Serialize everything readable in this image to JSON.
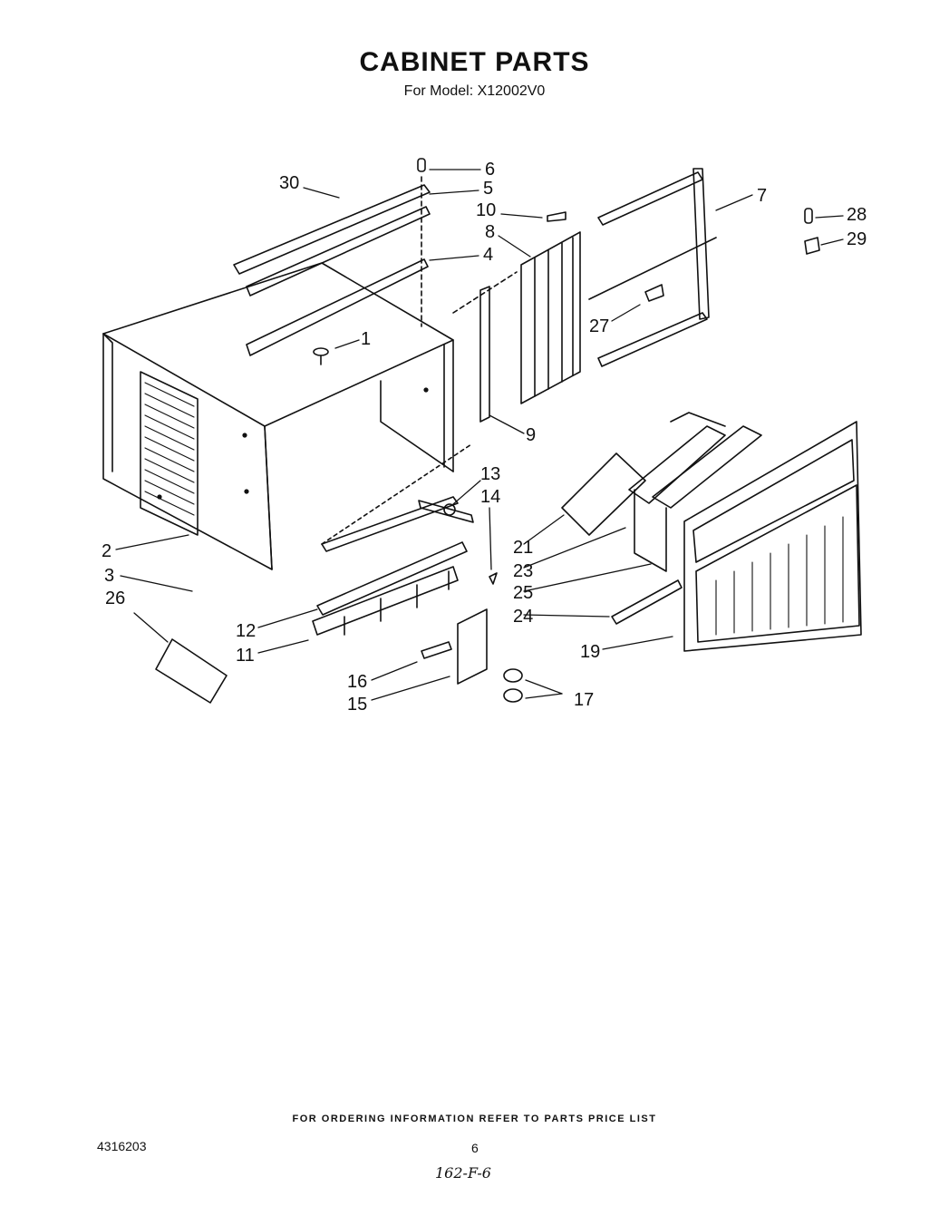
{
  "title": "CABINET PARTS",
  "subtitle": "For Model: X12002V0",
  "callouts": [
    "1",
    "2",
    "3",
    "4",
    "5",
    "6",
    "7",
    "8",
    "9",
    "10",
    "11",
    "12",
    "13",
    "14",
    "15",
    "16",
    "17",
    "19",
    "21",
    "23",
    "24",
    "25",
    "26",
    "27",
    "28",
    "29",
    "30"
  ],
  "footer": "FOR ORDERING INFORMATION REFER TO PARTS PRICE LIST",
  "document_number": "4316203",
  "page_number": "6",
  "handwritten_note": "162-F-6"
}
